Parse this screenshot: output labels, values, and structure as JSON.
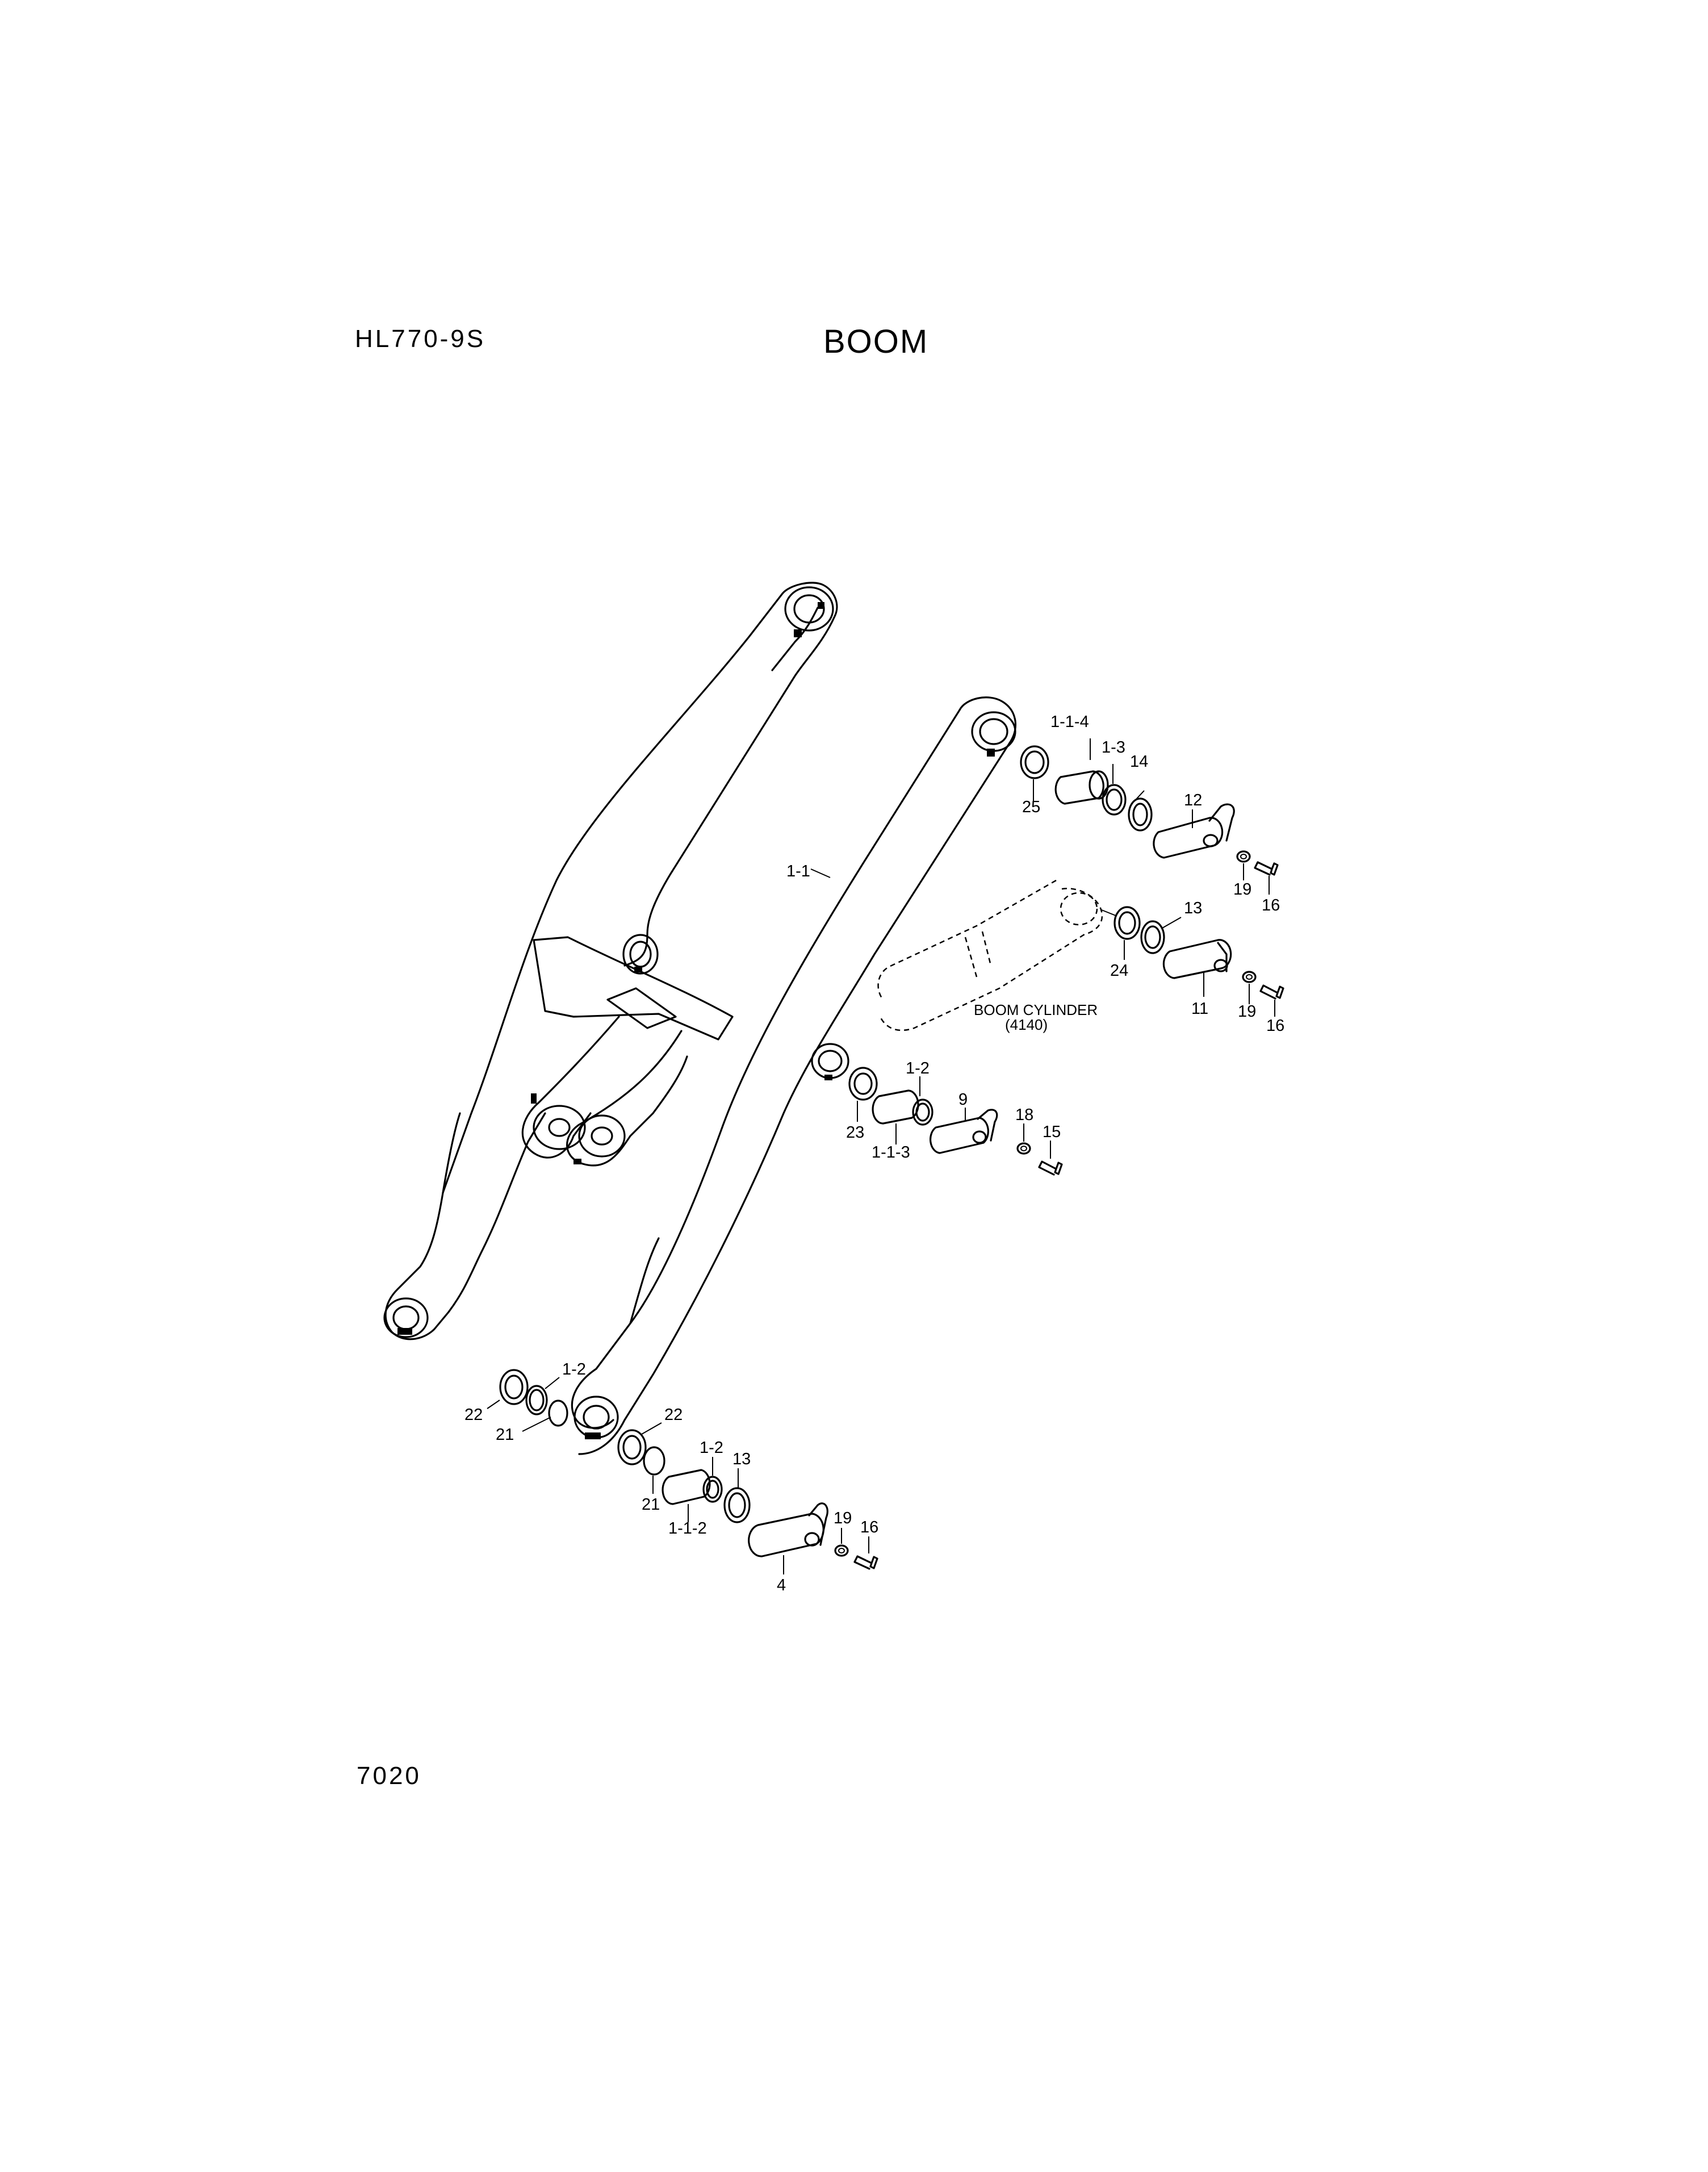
{
  "header": {
    "model": "HL770-9S",
    "title": "BOOM"
  },
  "footer": {
    "page_number": "7020"
  },
  "cylinder_note": {
    "name": "BOOM CYLINDER",
    "ref": "(4140)"
  },
  "part_labels": {
    "p_1_1_4": "1-1-4",
    "p_1_3": "1-3",
    "p_14": "14",
    "p_25": "25",
    "p_12": "12",
    "p_19a": "19",
    "p_16a": "16",
    "p_1_1": "1-1",
    "p_13a": "13",
    "p_24": "24",
    "p_11": "11",
    "p_19b": "19",
    "p_16b": "16",
    "p_1_2a": "1-2",
    "p_9": "9",
    "p_18": "18",
    "p_15": "15",
    "p_23": "23",
    "p_1_1_3": "1-1-3",
    "p_1_2b": "1-2",
    "p_22a": "22",
    "p_21a": "21",
    "p_22b": "22",
    "p_1_2c": "1-2",
    "p_13b": "13",
    "p_21b": "21",
    "p_1_1_2": "1-1-2",
    "p_19c": "19",
    "p_16c": "16",
    "p_4": "4"
  }
}
